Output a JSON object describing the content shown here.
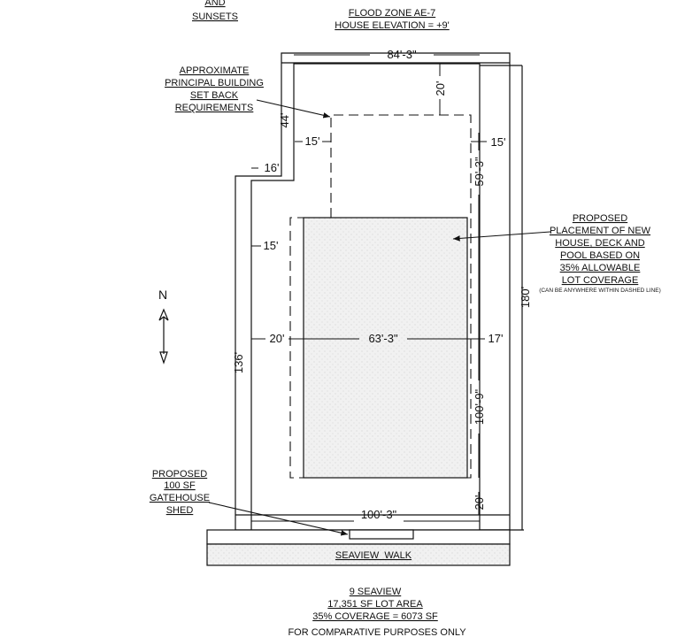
{
  "header": {
    "top_left": [
      "AND",
      "SUNSETS"
    ],
    "flood_zone": "FLOOD ZONE AE-7",
    "house_elevation": "HOUSE ELEVATION = +9'"
  },
  "annotations": {
    "setback": [
      "APPROXIMATE",
      "PRINCIPAL BUILDING",
      "SET BACK",
      "REQUIREMENTS"
    ],
    "proposed_house": [
      "PROPOSED",
      "PLACEMENT OF NEW",
      "HOUSE, DECK AND",
      "POOL BASED ON",
      "35% ALLOWABLE",
      "LOT COVERAGE"
    ],
    "proposed_house_note": "(CAN BE ANYWHERE WITHIN DASHED LINE)",
    "gatehouse": [
      "PROPOSED",
      "100 SF",
      "GATEHOUSE",
      "SHED"
    ]
  },
  "dimensions": {
    "top_width": "84'-3\"",
    "front_setback": "20'",
    "left_notch_height": "44'",
    "left_notch_width": "16'",
    "side_setback_left_upper": "15'",
    "side_setback_right_upper": "15'",
    "right_upper_depth": "59'-3\"",
    "side_setback_left_mid": "15'",
    "overall_depth": "180'",
    "left_depth": "136'",
    "left_setback": "20'",
    "building_width": "63'-3\"",
    "right_setback": "17'",
    "building_depth": "100'-9\"",
    "rear_setback": "20'",
    "bottom_width": "100'-3\""
  },
  "north_arrow": {
    "label": "N"
  },
  "street": {
    "name": "SEAVIEW  WALK"
  },
  "footer": {
    "address": "9 SEAVIEW",
    "lot_area": "17,351 SF LOT AREA",
    "coverage": "35% COVERAGE = 6073 SF",
    "note": "FOR COMPARATIVE PURPOSES ONLY"
  },
  "colors": {
    "line": "#111111",
    "building_fill": "#efefef",
    "walk_fill": "#ececec"
  }
}
